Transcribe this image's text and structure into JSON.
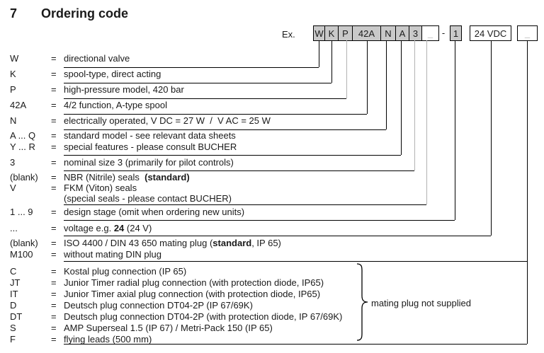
{
  "title": {
    "number": "7",
    "text": "Ordering code"
  },
  "example": {
    "label": "Ex.",
    "dash": "-",
    "group_cells": [
      {
        "text": "W"
      },
      {
        "text": "K"
      },
      {
        "text": "P"
      },
      {
        "text": "42A"
      },
      {
        "text": "N"
      },
      {
        "text": "A"
      },
      {
        "text": "3"
      },
      {
        "text": "_"
      }
    ],
    "boxes": [
      {
        "text": "1"
      },
      {
        "text": "24 VDC"
      },
      {
        "text": "_"
      }
    ]
  },
  "rows": [
    {
      "label": "W",
      "eq": "=",
      "desc": "directional valve",
      "bold": "",
      "tail": ""
    },
    {
      "label": "K",
      "eq": "=",
      "desc": "spool-type, direct acting",
      "bold": "",
      "tail": ""
    },
    {
      "label": "P",
      "eq": "=",
      "desc": "high-pressure model, 420 bar",
      "bold": "",
      "tail": ""
    },
    {
      "label": "42A",
      "eq": "=",
      "desc": "4/2 function, A-type spool",
      "bold": "",
      "tail": ""
    },
    {
      "label": "N",
      "eq": "=",
      "desc": "electrically operated, V DC = 27 W  /  V AC = 25 W",
      "bold": "",
      "tail": ""
    },
    {
      "label": "A ... Q",
      "eq": "=",
      "desc": "standard model - see relevant data sheets",
      "bold": "",
      "tail": ""
    },
    {
      "label": "Y ... R",
      "eq": "=",
      "desc": "special features - please consult BUCHER",
      "bold": "",
      "tail": ""
    },
    {
      "label": "3",
      "eq": "=",
      "desc": "nominal size 3 (primarily for pilot controls)",
      "bold": "",
      "tail": ""
    },
    {
      "label": "(blank)",
      "eq": "=",
      "desc": "NBR (Nitrile) seals  ",
      "bold": "(standard)",
      "tail": ""
    },
    {
      "label": "V",
      "eq": "=",
      "desc": "FKM (Viton) seals",
      "bold": "",
      "tail": ""
    },
    {
      "label": "",
      "eq": "",
      "desc": "(special seals - please contact BUCHER)",
      "bold": "",
      "tail": ""
    },
    {
      "label": "1 ... 9",
      "eq": "=",
      "desc": "design stage (omit when ordering new units)",
      "bold": "",
      "tail": ""
    },
    {
      "label": "...",
      "eq": "=",
      "desc": "voltage e.g. ",
      "bold": "24",
      "tail": " (24 V)"
    },
    {
      "label": "(blank)",
      "eq": "=",
      "desc": "ISO 4400 / DIN 43 650 mating plug (",
      "bold": "standard",
      "tail": ", IP 65)"
    },
    {
      "label": "M100",
      "eq": "=",
      "desc": "without mating DIN plug",
      "bold": "",
      "tail": ""
    },
    {
      "label": "C",
      "eq": "=",
      "desc": "Kostal plug connection (IP 65)",
      "bold": "",
      "tail": ""
    },
    {
      "label": "JT",
      "eq": "=",
      "desc": "Junior Timer radial plug connection (with protection diode, IP65)",
      "bold": "",
      "tail": ""
    },
    {
      "label": "IT",
      "eq": "=",
      "desc": "Junior Timer axial plug connection (with protection diode, IP65)",
      "bold": "",
      "tail": ""
    },
    {
      "label": "D",
      "eq": "=",
      "desc": "Deutsch plug connection DT04-2P (IP 67/69K)",
      "bold": "",
      "tail": ""
    },
    {
      "label": "DT",
      "eq": "=",
      "desc": "Deutsch plug connection DT04-2P (with protection diode, IP 67/69K)",
      "bold": "",
      "tail": ""
    },
    {
      "label": "S",
      "eq": "=",
      "desc": "AMP Superseal 1.5 (IP 67) / Metri-Pack 150 (IP 65)",
      "bold": "",
      "tail": ""
    },
    {
      "label": "F",
      "eq": "=",
      "desc": "flying leads (500 mm)",
      "bold": "",
      "tail": ""
    }
  ],
  "brace_label": "mating plug not supplied",
  "colors": {
    "box_fill": "#c9c9c9",
    "muted_gray": "#9a9a9a",
    "line_gray": "#b2b2b2",
    "line_black": "#000000"
  }
}
